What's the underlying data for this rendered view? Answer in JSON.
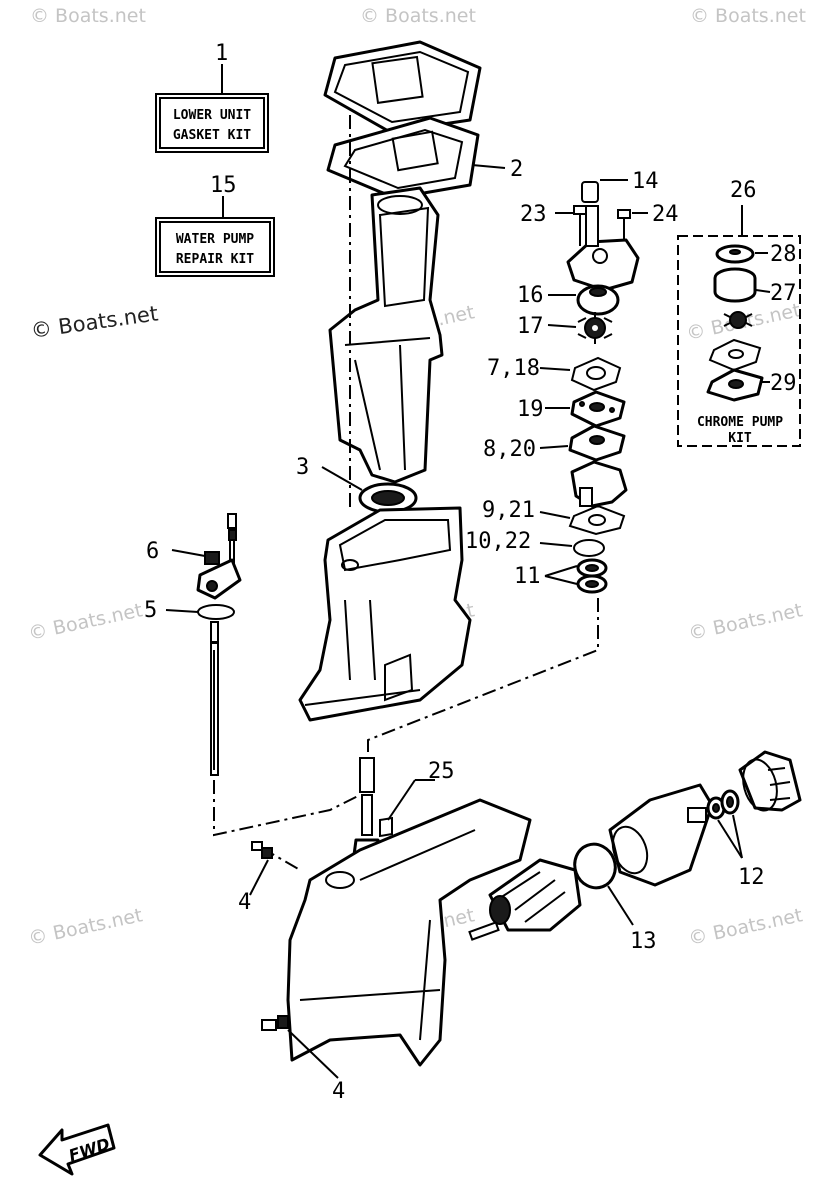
{
  "kits": {
    "lower_unit": {
      "number": "1",
      "line1": "LOWER UNIT",
      "line2": "GASKET KIT"
    },
    "water_pump": {
      "number": "15",
      "line1": "WATER PUMP",
      "line2": "REPAIR KIT"
    },
    "chrome_pump": {
      "number": "26",
      "line1": "CHROME PUMP",
      "line2": "KIT"
    }
  },
  "callouts": {
    "c2": "2",
    "c3": "3",
    "c4a": "4",
    "c4b": "4",
    "c5": "5",
    "c6": "6",
    "c7_18": "7,18",
    "c8_20": "8,20",
    "c9_21": "9,21",
    "c10_22": "10,22",
    "c11": "11",
    "c12": "12",
    "c13": "13",
    "c14": "14",
    "c16": "16",
    "c17": "17",
    "c19": "19",
    "c23": "23",
    "c24": "24",
    "c25": "25",
    "c27": "27",
    "c28": "28",
    "c29": "29"
  },
  "watermark": {
    "text": "© Boats.net"
  },
  "fwd_label": "FWD",
  "colors": {
    "line": "#000000",
    "watermark": "#c4c4c4",
    "background": "#ffffff"
  }
}
